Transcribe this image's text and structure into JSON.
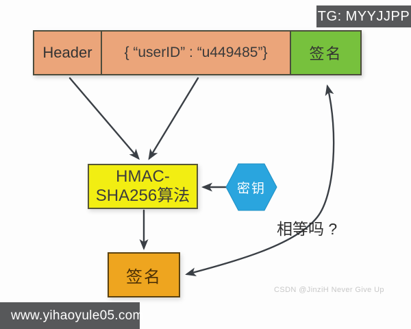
{
  "colors": {
    "segment_salmon": "#eba57a",
    "segment_green": "#77c13d",
    "hmac_yellow": "#f2ee12",
    "result_orange": "#eea51f",
    "hexagon_blue": "#2aa5de",
    "badge_dark_gray": "#57585a",
    "arrow_dark": "#3a3f45"
  },
  "badges": {
    "tg": "TG: MYYJJPP",
    "site_url": "www.yihaoyule05.com"
  },
  "token_bar": {
    "header": "Header",
    "payload": "{ “userID” : “u449485”}",
    "signature": "签名"
  },
  "hmac_box": {
    "line1": "HMAC-",
    "line2": "SHA256算法"
  },
  "secret_key": {
    "label": "密钥"
  },
  "result_box": {
    "label": "签名"
  },
  "compare_question": "相等吗 ?",
  "watermark": "CSDN @JinziH Never Give Up"
}
